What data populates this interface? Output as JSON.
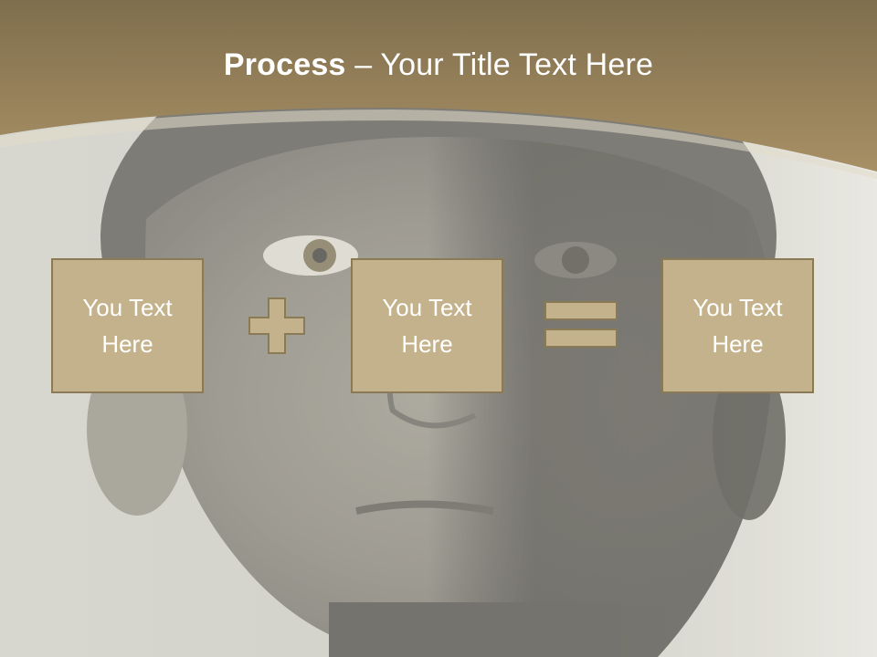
{
  "slide": {
    "title_bold": "Process",
    "title_rest": " – Your Title Text Here",
    "boxes": [
      {
        "text": "You Text Here"
      },
      {
        "text": "You Text Here"
      },
      {
        "text": "You Text Here"
      }
    ],
    "operators": [
      "plus",
      "equals"
    ]
  },
  "colors": {
    "accent": "#9e8a5a",
    "box_fill": "#c3b28b",
    "box_border": "#8a7a56",
    "title_text": "#ffffff"
  }
}
